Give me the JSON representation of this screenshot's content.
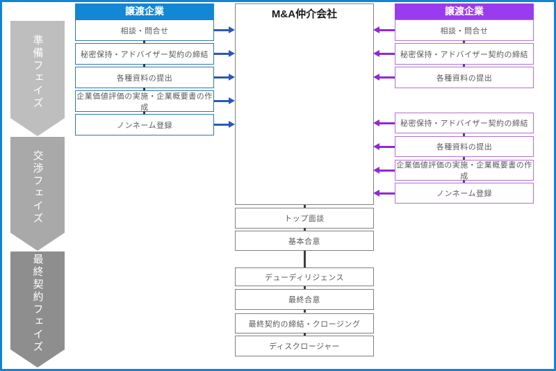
{
  "colors": {
    "frame-blue": "#1383D6",
    "blue-header": "#1287D6",
    "blue-border": "#2E75B6",
    "blue-arrow": "#2B58B8",
    "blue-tick": "#1F3864",
    "purple-header": "#9B3BEF",
    "purple-border": "#B06FD6",
    "purple-arrow": "#9128D8",
    "purple-tick": "#7030A0",
    "gray-border": "#7F7F7F",
    "gray-tick": "#3F3F3F",
    "text-gray": "#595959",
    "phase-gray-1": "#BEBEBE",
    "phase-gray-2": "#A9A9A9",
    "phase-gray-3": "#8E8E8E"
  },
  "phases": [
    {
      "label": "準備フェイズ"
    },
    {
      "label": "交渉フェイズ"
    },
    {
      "label": "最終契約フェイズ"
    }
  ],
  "left_panel": {
    "header": "譲渡企業",
    "items": [
      "相談・問合せ",
      "秘密保持・アドバイザー契約の締結",
      "各種資料の提出",
      "企業価値評価の実施・企業概要書の作成",
      "ノンネーム登録"
    ]
  },
  "center_panel": {
    "title": "M&A仲介会社",
    "steps": [
      "トップ面談",
      "基本合意"
    ],
    "steps2": [
      "デューディリジェンス",
      "最終合意",
      "最終契約の締結・クロージング",
      "ディスクロージャー"
    ]
  },
  "right_panel": {
    "header": "譲渡企業",
    "group1": [
      "相談・問合せ",
      "秘密保持・アドバイザー契約の締結",
      "各種資料の提出"
    ],
    "group2": [
      "秘密保持・アドバイザー契約の締結",
      "各種資料の提出",
      "企業価値評価の実施・企業概要書の作成",
      "ノンネーム登録"
    ]
  }
}
